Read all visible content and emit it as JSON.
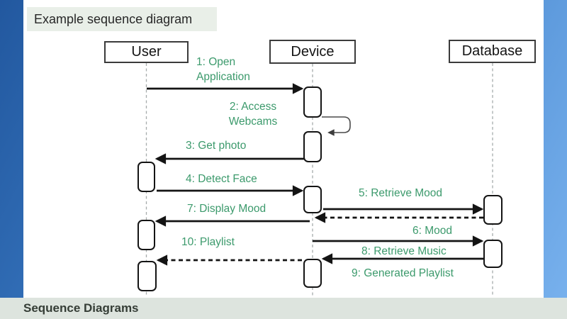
{
  "slide": {
    "title": "Example sequence diagram",
    "footer": "Sequence Diagrams"
  },
  "diagram": {
    "type": "sequence-diagram",
    "actors": [
      {
        "label": "User"
      },
      {
        "label": "Device"
      },
      {
        "label": "Database"
      }
    ],
    "messages": [
      {
        "label": "1: Open\nApplication",
        "from": "User",
        "to": "Device",
        "line": "solid"
      },
      {
        "label": "2: Access\nWebcams",
        "from": "Device",
        "to": "Device",
        "line": "self-loop"
      },
      {
        "label": "3: Get photo",
        "from": "Device",
        "to": "User",
        "line": "solid"
      },
      {
        "label": "4: Detect Face",
        "from": "User",
        "to": "Device",
        "line": "solid"
      },
      {
        "label": "5: Retrieve Mood",
        "from": "Device",
        "to": "Database",
        "line": "solid"
      },
      {
        "label": "6: Mood",
        "from": "Database",
        "to": "Device",
        "line": "dashed"
      },
      {
        "label": "7: Display Mood",
        "from": "Device",
        "to": "User",
        "line": "solid"
      },
      {
        "label": "8: Retrieve Music",
        "from": "Device",
        "to": "Database",
        "line": "solid"
      },
      {
        "label": "9: Generated Playlist",
        "from": "Database",
        "to": "Device",
        "line": "solid"
      },
      {
        "label": "10: Playlist",
        "from": "Device",
        "to": "User",
        "line": "dashed"
      }
    ],
    "colors": {
      "message_text": "#3c9a6c",
      "arrow": "#141414",
      "lifeline": "#a6acac",
      "title_chip_bg": "#e9efe8",
      "footer_bg": "#dde4de",
      "backdrop_gradient_start": "#22589f",
      "backdrop_gradient_end": "#79b2ee"
    }
  }
}
